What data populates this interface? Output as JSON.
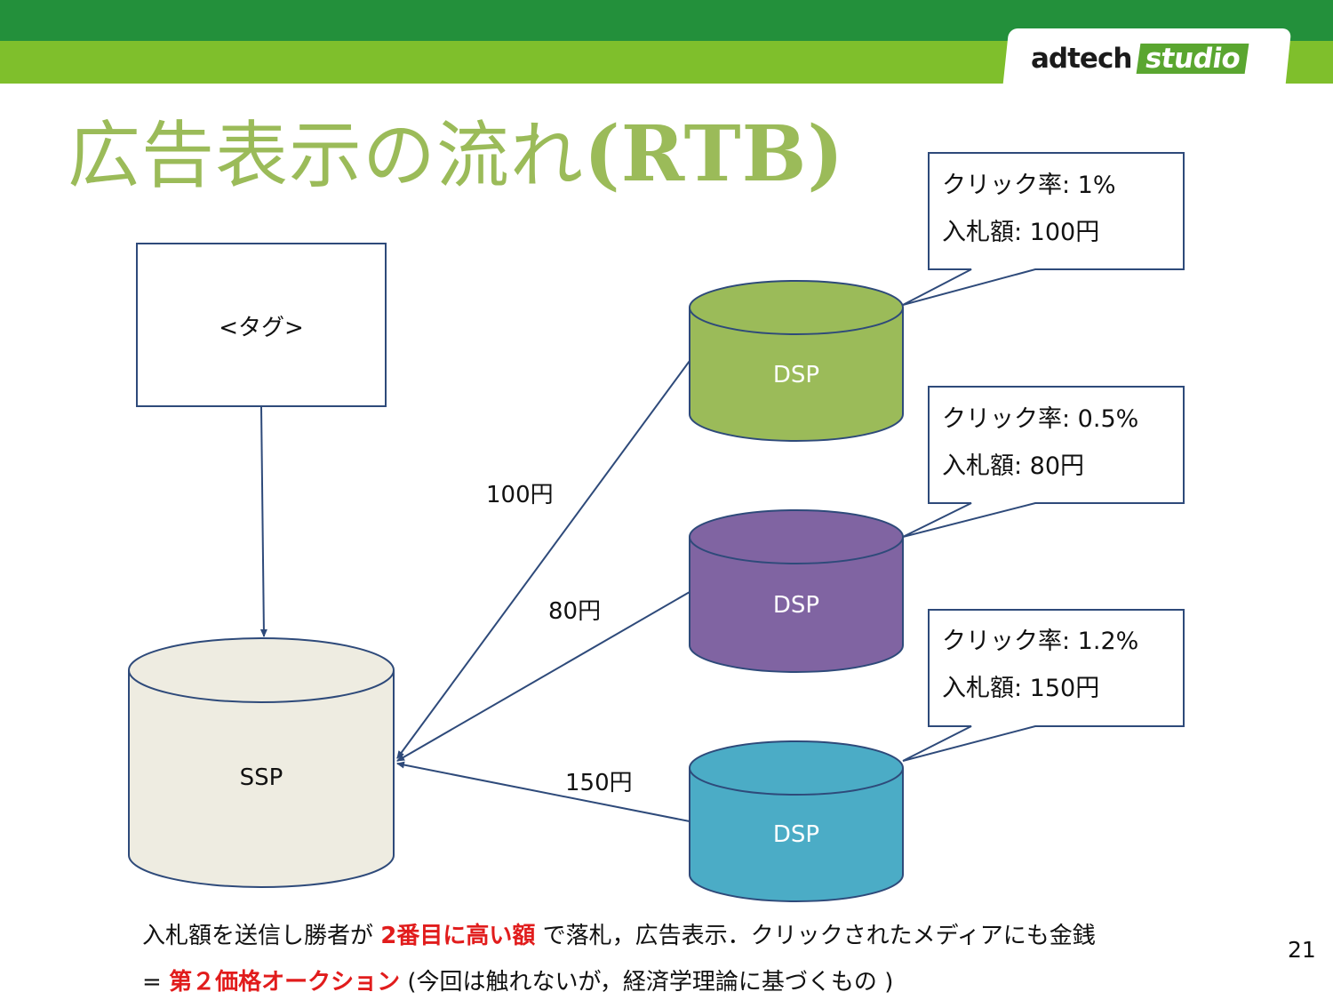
{
  "brand": {
    "word": "adtech",
    "badge": "studio"
  },
  "title": {
    "main": "広告表示の流れ",
    "emphasis": "(RTB)"
  },
  "tag_box": {
    "label": "<タグ>"
  },
  "ssp": {
    "label": "SSP"
  },
  "dsps": [
    {
      "label": "DSP",
      "color": "#9bbb59",
      "click_rate": "クリック率: 1%",
      "bid": "入札額: 100円",
      "arrow_label": "100円"
    },
    {
      "label": "DSP",
      "color": "#8064a2",
      "click_rate": "クリック率: 0.5%",
      "bid": "入札額: 80円",
      "arrow_label": "80円"
    },
    {
      "label": "DSP",
      "color": "#4bacc6",
      "click_rate": "クリック率: 1.2%",
      "bid": "入札額: 150円",
      "arrow_label": "150円"
    }
  ],
  "footer": {
    "line1_a": "入札額を送信し勝者が ",
    "line1_red": "2番目に高い額",
    "line1_b": " で落札，広告表示．クリックされたメディアにも金銭",
    "line2_a": "= ",
    "line2_red": "第２価格オークション",
    "line2_b": " (今回は触れないが，経済学理論に基づくもの  )"
  },
  "page_number": "21",
  "colors": {
    "ssp_fill": "#eeece1",
    "line": "#2e4a7a",
    "title": "#9bbb59",
    "highlight": "#e11c1c"
  }
}
